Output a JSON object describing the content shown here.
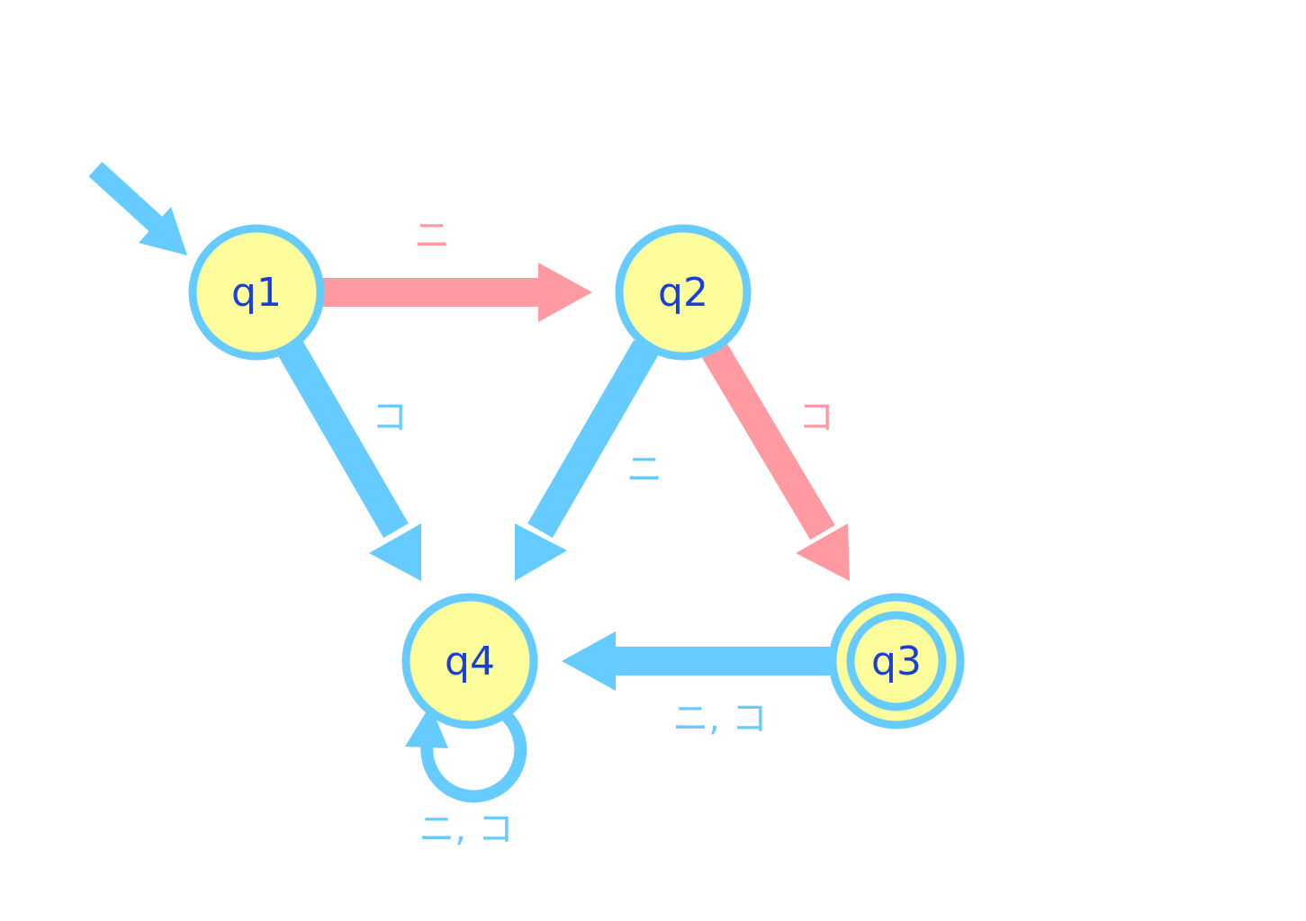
{
  "colors": {
    "background": "#ffffff",
    "state_fill": "#fdfd9c",
    "state_border": "#66ccff",
    "state_text": "#1a3fd9",
    "accepting_path": "#ff9aa2",
    "rejecting_path": "#66ccff"
  },
  "states": {
    "q1": {
      "label": "q1",
      "initial": true,
      "accepting": false
    },
    "q2": {
      "label": "q2",
      "initial": false,
      "accepting": false
    },
    "q3": {
      "label": "q3",
      "initial": false,
      "accepting": true
    },
    "q4": {
      "label": "q4",
      "initial": false,
      "accepting": false
    }
  },
  "transitions": {
    "q1_q2": {
      "from": "q1",
      "to": "q2",
      "symbols": "ニ",
      "path": "accepting"
    },
    "q1_q4": {
      "from": "q1",
      "to": "q4",
      "symbols": "コ",
      "path": "rejecting"
    },
    "q2_q4": {
      "from": "q2",
      "to": "q4",
      "symbols": "ニ",
      "path": "rejecting"
    },
    "q2_q3": {
      "from": "q2",
      "to": "q3",
      "symbols": "コ",
      "path": "accepting"
    },
    "q3_q4": {
      "from": "q3",
      "to": "q4",
      "symbols": "ニ, コ",
      "path": "rejecting"
    },
    "q4_q4": {
      "from": "q4",
      "to": "q4",
      "symbols": "ニ, コ",
      "path": "rejecting"
    }
  }
}
